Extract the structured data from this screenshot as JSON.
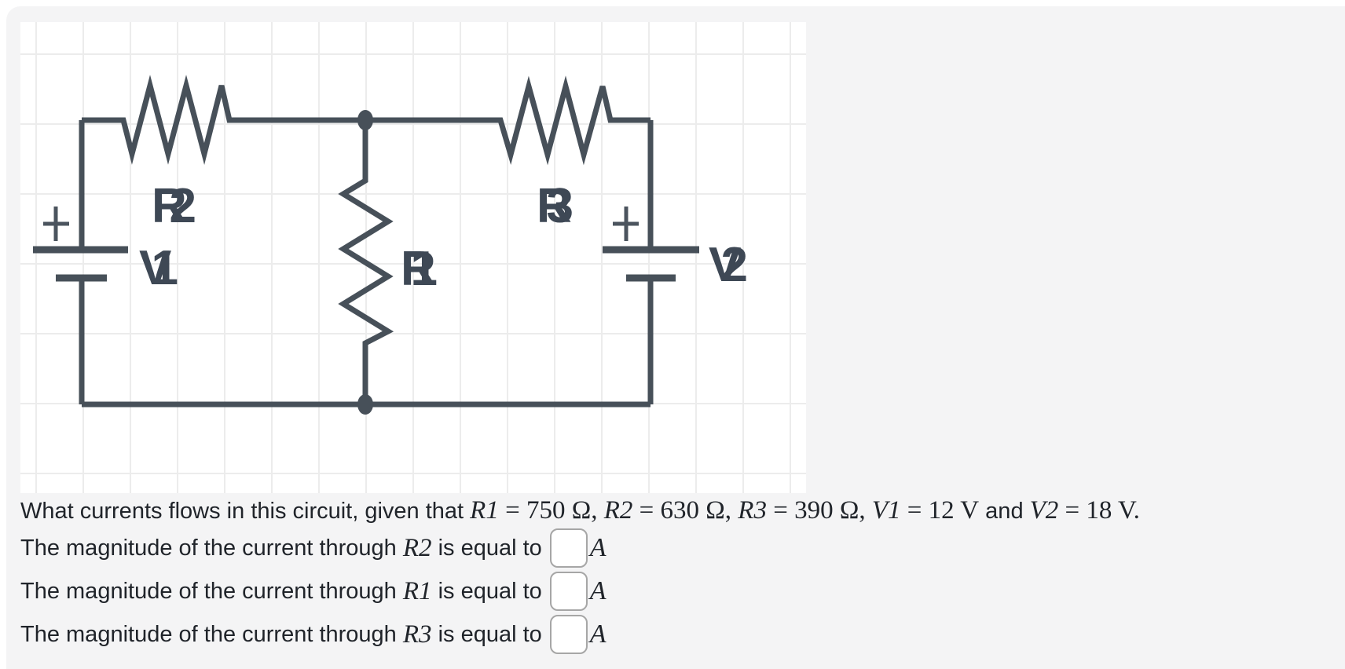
{
  "colors": {
    "page_background": "#ffffff",
    "card_background": "#f4f4f5",
    "canvas_background": "#ffffff",
    "grid_line": "#ececec",
    "wire": "#475059",
    "component_label": "#3e4855",
    "body_text": "#20242a",
    "input_border": "#a6a6a6"
  },
  "circuit": {
    "labels": {
      "r1": "R1",
      "r2": "R2",
      "r3": "R3",
      "v1": "V1",
      "v2": "V2"
    },
    "icons": {
      "v1_polarity": "plus",
      "v2_polarity": "plus"
    }
  },
  "question": {
    "intro": "What currents flows in this circuit, given that ",
    "r1v": "R1",
    "r1r": " = 750 Ω, ",
    "r2v": "R2",
    "r2r": " = 630 Ω, ",
    "r3v": "R3",
    "r3r": " = 390 Ω, ",
    "v1v": "V1",
    "v1r": " = 12 V",
    "and": " and ",
    "v2v": "V2",
    "v2r": " = 18 V."
  },
  "answers": {
    "rows": [
      {
        "before": "The magnitude of the current through ",
        "var": "R2",
        "after": " is equal to",
        "value": "",
        "unit": "A"
      },
      {
        "before": "The magnitude of the current through ",
        "var": "R1",
        "after": " is equal to",
        "value": "",
        "unit": "A"
      },
      {
        "before": "The magnitude of the current through ",
        "var": "R3",
        "after": " is equal to",
        "value": "",
        "unit": "A"
      }
    ]
  }
}
